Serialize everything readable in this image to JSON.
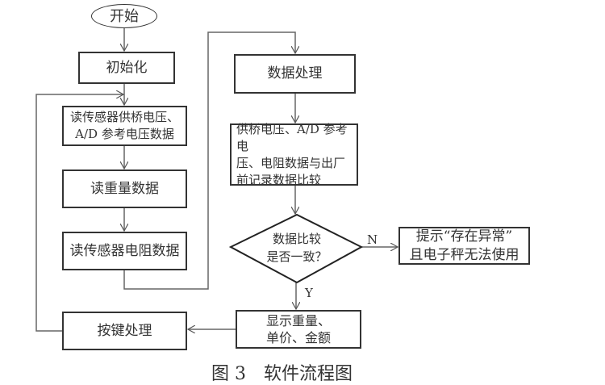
{
  "diagram": {
    "nodes": {
      "start": "开始",
      "init": "初始化",
      "read_bridge": [
        "读传感器供桥电压、",
        "A/D 参考电压数据"
      ],
      "read_weight": "读重量数据",
      "read_resistance": "读传感器电阻数据",
      "data_process": "数据处理",
      "compare": [
        "供桥电压、A/D 参考电",
        "压、电阻数据与出厂",
        "前记录数据比较"
      ],
      "decision": [
        "数据比较",
        "是否一致？"
      ],
      "abnormal": [
        "提示“存在异常”",
        "且电子秤无法使用"
      ],
      "display": [
        "显示重量、",
        "单价、金额"
      ],
      "key_process": "按键处理"
    },
    "edge_labels": {
      "no": "N",
      "yes": "Y"
    },
    "caption": "图 3　软件流程图"
  }
}
